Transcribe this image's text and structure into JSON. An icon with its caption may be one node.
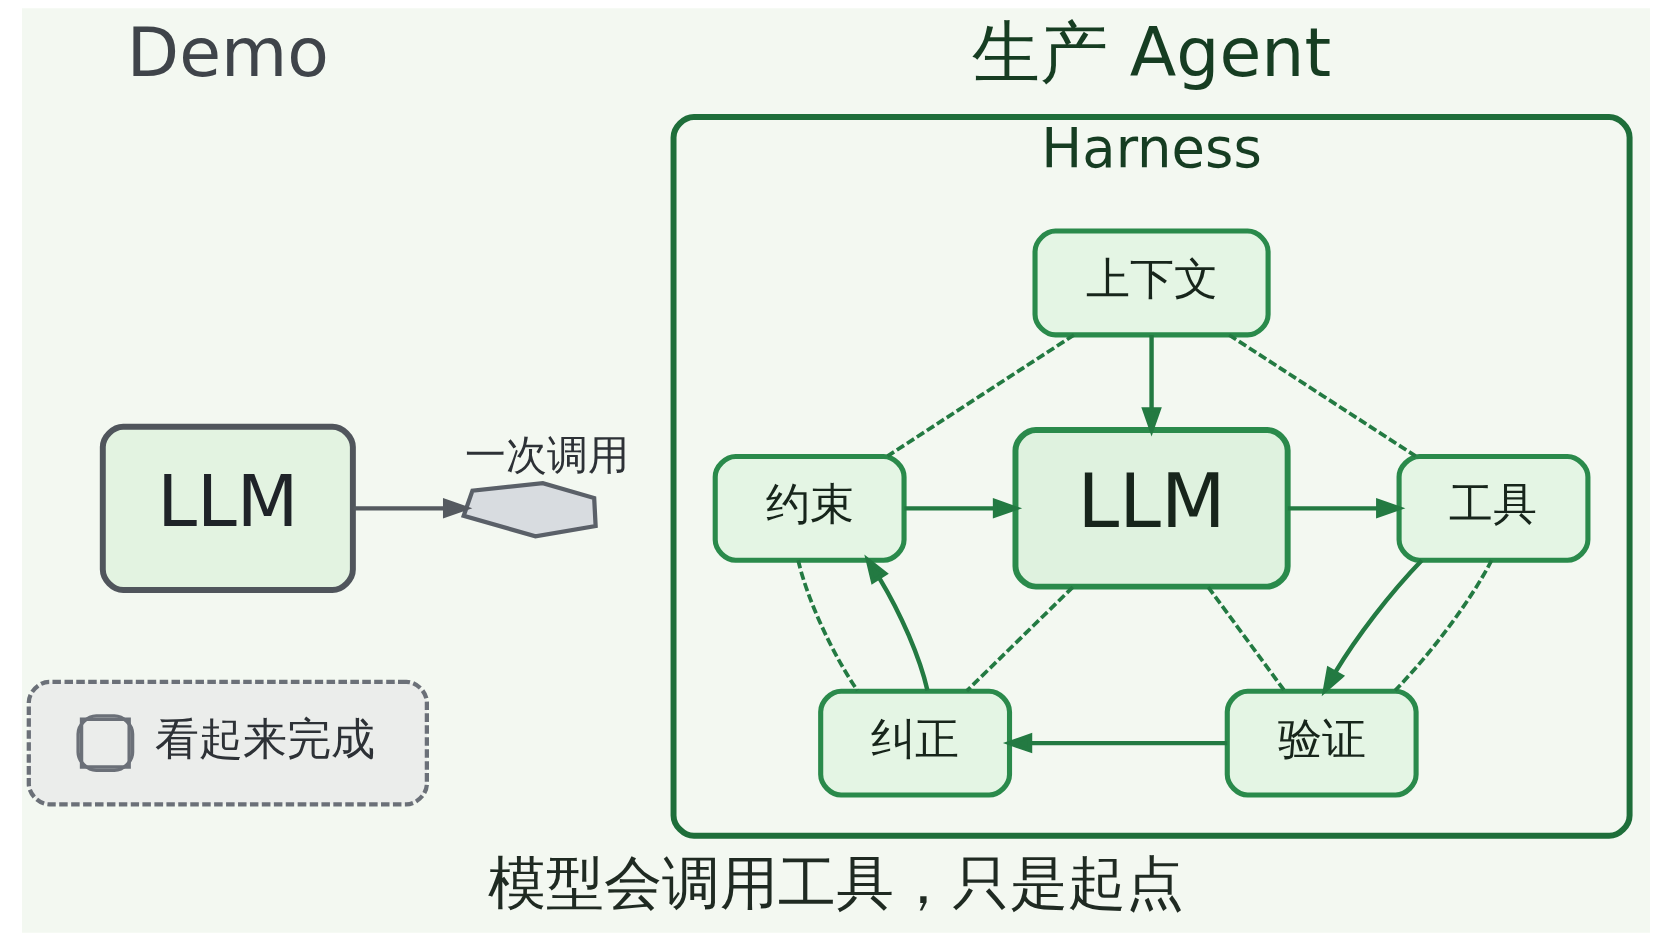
{
  "diagram": {
    "caption": "模型会调用工具，只是起点",
    "nodes": [
      {
        "text": [
          "LLM"
        ]
      },
      {
        "text": [],
        "shape": "picture",
        "beside": [
          "一次调用"
        ]
      },
      {
        "text": [
          "看起来完成"
        ]
      },
      {
        "text": [
          "Harness"
        ]
      },
      {
        "text": [
          "上下文"
        ],
        "in": 3
      },
      {
        "text": [
          "约束"
        ],
        "in": 3
      },
      {
        "text": [
          "LLM"
        ],
        "in": 3
      },
      {
        "text": [
          "工具"
        ],
        "in": 3
      },
      {
        "text": [
          "纠正"
        ],
        "in": 3
      },
      {
        "text": [
          "验证"
        ],
        "in": 3
      }
    ],
    "edges": [
      {
        "from": 0,
        "to": 1,
        "arrow": "to",
        "color": "#555a60"
      },
      {
        "from": 4,
        "to": 6,
        "arrow": "to"
      },
      {
        "from": 5,
        "to": 6,
        "arrow": "to"
      },
      {
        "from": 6,
        "to": 7,
        "arrow": "to"
      },
      {
        "from": 7,
        "to": 9,
        "arrow": "to"
      },
      {
        "from": 9,
        "to": 8,
        "arrow": "to"
      },
      {
        "from": 8,
        "to": 5,
        "arrow": "to"
      },
      {
        "from": 4,
        "to": 5,
        "arrow": "none",
        "style": "dashed"
      },
      {
        "from": 4,
        "to": 7,
        "arrow": "none",
        "style": "dashed"
      },
      {
        "from": 5,
        "to": 8,
        "arrow": "none",
        "style": "dashed"
      },
      {
        "from": 6,
        "to": 8,
        "arrow": "none",
        "style": "dashed"
      },
      {
        "from": 6,
        "to": 9,
        "arrow": "none",
        "style": "dashed"
      },
      {
        "from": 7,
        "to": 9,
        "arrow": "none",
        "style": "dashed"
      }
    ],
    "labels": [
      "Demo",
      "生产 Agent"
    ]
  }
}
